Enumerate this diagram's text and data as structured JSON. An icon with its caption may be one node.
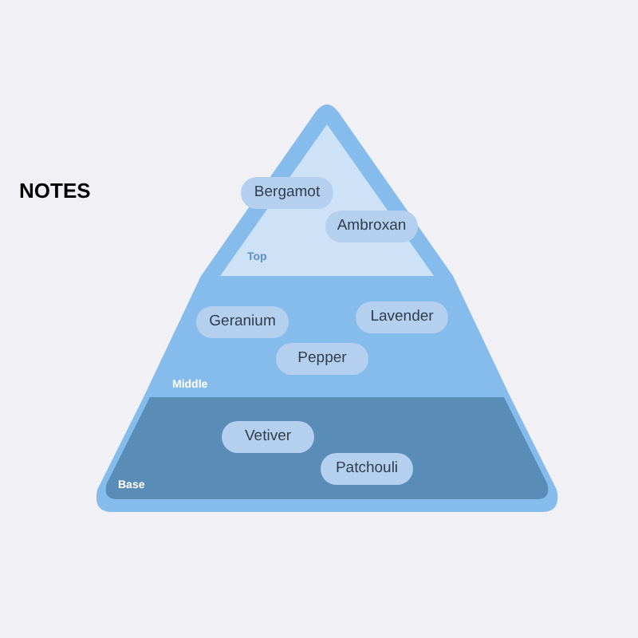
{
  "diagram": {
    "title": "NOTES",
    "nodes": [
      {
        "text": [
          "Top"
        ]
      },
      {
        "text": [
          "Bergamot"
        ],
        "in": 0
      },
      {
        "text": [
          "Ambroxan"
        ],
        "in": 0
      },
      {
        "text": [
          "Middle"
        ]
      },
      {
        "text": [
          "Geranium"
        ],
        "in": 3
      },
      {
        "text": [
          "Lavender"
        ],
        "in": 3
      },
      {
        "text": [
          "Pepper"
        ],
        "in": 3
      },
      {
        "text": [
          "Base"
        ]
      },
      {
        "text": [
          "Vetiver"
        ],
        "in": 7
      },
      {
        "text": [
          "Patchouli"
        ],
        "in": 7
      }
    ]
  }
}
